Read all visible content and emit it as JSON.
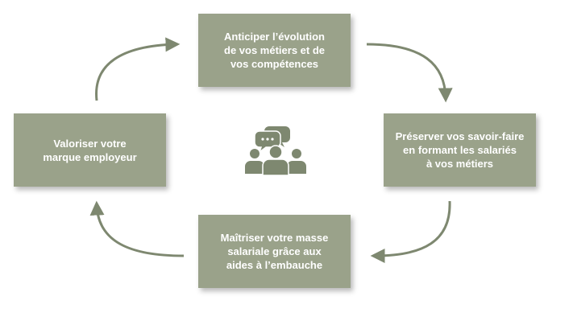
{
  "colors": {
    "box_fill": "#9aa28a",
    "arrow": "#7e8870",
    "icon": "#7e8870",
    "text": "#ffffff"
  },
  "cycle": {
    "steps": [
      {
        "text": "Anticiper l’évolution\nde vos métiers et de\nvos compétences"
      },
      {
        "text": "Préserver vos savoir-faire\nen formant les salariés\nà vos métiers"
      },
      {
        "text": "Maîtriser votre masse\nsalariale grâce aux\naides à l’embauche"
      },
      {
        "text": "Valoriser votre\nmarque employeur"
      }
    ],
    "center_icon": "group-chat-icon"
  }
}
